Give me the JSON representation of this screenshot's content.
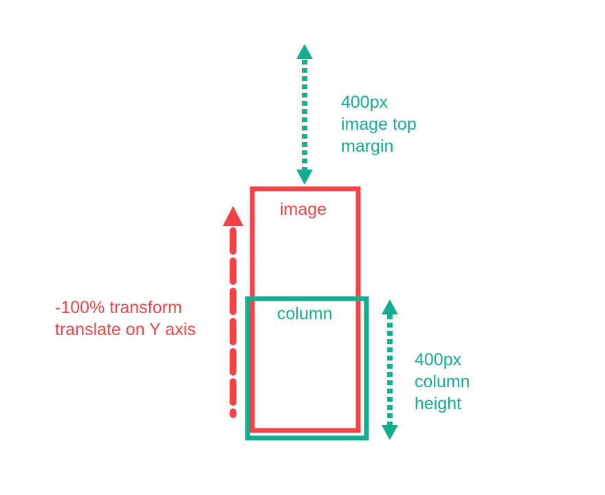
{
  "colors": {
    "red": "#f44346",
    "teal": "#12ae8f"
  },
  "labels": {
    "image_box": "image",
    "column_box": "column",
    "top_margin": [
      "400px",
      "image top",
      "margin"
    ],
    "column_height": [
      "400px",
      "column",
      "height"
    ],
    "transform": [
      "-100% transform",
      "translate on Y axis"
    ]
  }
}
